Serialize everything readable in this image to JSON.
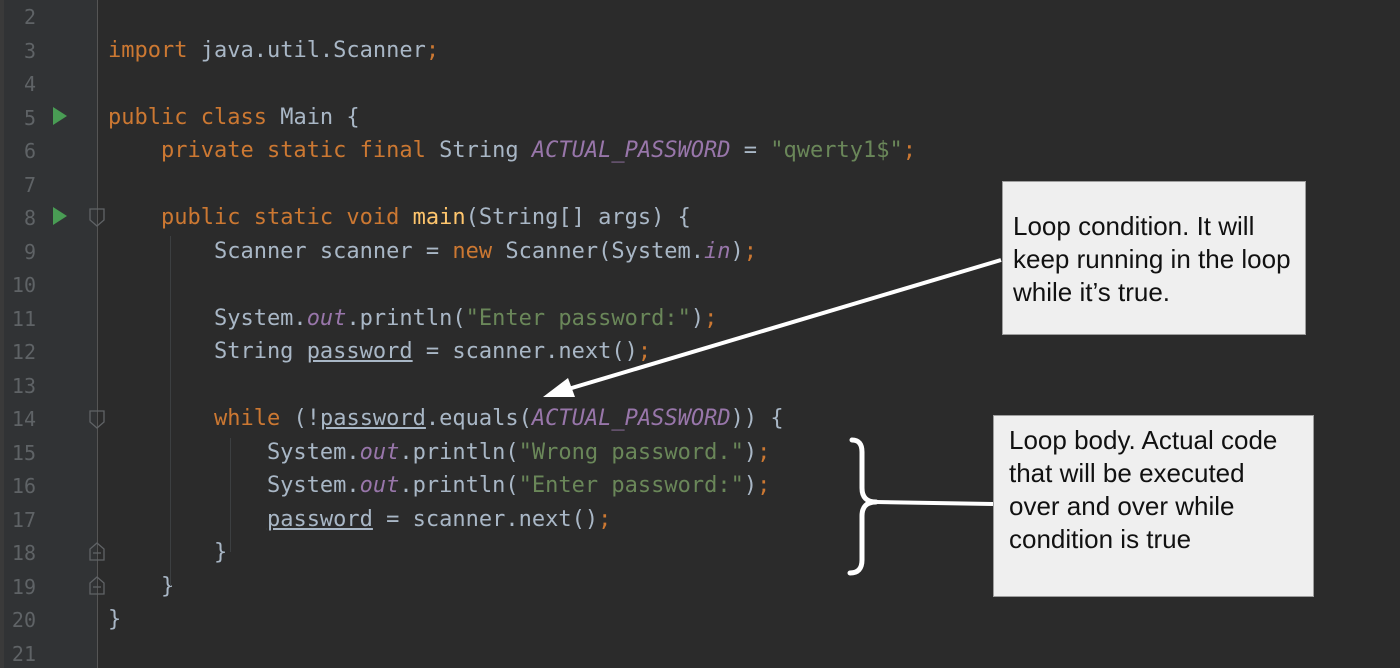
{
  "editor": {
    "language": "java",
    "lines": [
      {
        "n": "2",
        "tokens": []
      },
      {
        "n": "3",
        "tokens": [
          {
            "t": "import",
            "c": "kw"
          },
          {
            "t": " java.util.Scanner"
          },
          {
            "t": ";",
            "c": "semi"
          }
        ]
      },
      {
        "n": "4",
        "tokens": []
      },
      {
        "n": "5",
        "tokens": [
          {
            "t": "public class",
            "c": "kw"
          },
          {
            "t": " Main {"
          }
        ]
      },
      {
        "n": "6",
        "tokens": [
          {
            "t": "    "
          },
          {
            "t": "private static final",
            "c": "kw"
          },
          {
            "t": " String "
          },
          {
            "t": "ACTUAL_PASSWORD",
            "c": "const"
          },
          {
            "t": " = "
          },
          {
            "t": "\"qwerty1$\"",
            "c": "str"
          },
          {
            "t": ";",
            "c": "semi"
          }
        ]
      },
      {
        "n": "7",
        "tokens": []
      },
      {
        "n": "8",
        "tokens": [
          {
            "t": "    "
          },
          {
            "t": "public static void",
            "c": "kw"
          },
          {
            "t": " "
          },
          {
            "t": "main",
            "c": "fn"
          },
          {
            "t": "(String[] args) {"
          }
        ]
      },
      {
        "n": "9",
        "tokens": [
          {
            "t": "        Scanner scanner = "
          },
          {
            "t": "new",
            "c": "kw"
          },
          {
            "t": " Scanner(System."
          },
          {
            "t": "in",
            "c": "const"
          },
          {
            "t": ")"
          },
          {
            "t": ";",
            "c": "semi"
          }
        ]
      },
      {
        "n": "10",
        "tokens": []
      },
      {
        "n": "11",
        "tokens": [
          {
            "t": "        System."
          },
          {
            "t": "out",
            "c": "const"
          },
          {
            "t": ".println("
          },
          {
            "t": "\"Enter password:\"",
            "c": "str"
          },
          {
            "t": ")"
          },
          {
            "t": ";",
            "c": "semi"
          }
        ]
      },
      {
        "n": "12",
        "tokens": [
          {
            "t": "        String "
          },
          {
            "t": "password",
            "c": "ul"
          },
          {
            "t": " = scanner.next()"
          },
          {
            "t": ";",
            "c": "semi"
          }
        ]
      },
      {
        "n": "13",
        "tokens": []
      },
      {
        "n": "14",
        "tokens": [
          {
            "t": "        "
          },
          {
            "t": "while",
            "c": "kw"
          },
          {
            "t": " (!"
          },
          {
            "t": "password",
            "c": "ul"
          },
          {
            "t": ".equals("
          },
          {
            "t": "ACTUAL_PASSWORD",
            "c": "const"
          },
          {
            "t": ")) {"
          }
        ]
      },
      {
        "n": "15",
        "tokens": [
          {
            "t": "            System."
          },
          {
            "t": "out",
            "c": "const"
          },
          {
            "t": ".println("
          },
          {
            "t": "\"Wrong password.\"",
            "c": "str"
          },
          {
            "t": ")"
          },
          {
            "t": ";",
            "c": "semi"
          }
        ]
      },
      {
        "n": "16",
        "tokens": [
          {
            "t": "            System."
          },
          {
            "t": "out",
            "c": "const"
          },
          {
            "t": ".println("
          },
          {
            "t": "\"Enter password:\"",
            "c": "str"
          },
          {
            "t": ")"
          },
          {
            "t": ";",
            "c": "semi"
          }
        ]
      },
      {
        "n": "17",
        "tokens": [
          {
            "t": "            "
          },
          {
            "t": "password",
            "c": "ul"
          },
          {
            "t": " = scanner.next()"
          },
          {
            "t": ";",
            "c": "semi"
          }
        ]
      },
      {
        "n": "18",
        "tokens": [
          {
            "t": "        }"
          }
        ]
      },
      {
        "n": "19",
        "tokens": [
          {
            "t": "    }"
          }
        ]
      },
      {
        "n": "20",
        "tokens": [
          {
            "t": "}"
          }
        ]
      },
      {
        "n": "21",
        "tokens": []
      }
    ]
  },
  "annotations": {
    "loop_condition": "Loop condition. It will keep running in the loop while it’s true.",
    "loop_body": "Loop body. Actual code that will be executed over and over while condition is true"
  },
  "colors": {
    "background": "#2b2b2b",
    "gutter": "#313335",
    "keyword": "#cc7832",
    "string": "#6a8759",
    "constant": "#9876aa",
    "method": "#ffc66d",
    "default_text": "#a9b7c6",
    "run_icon": "#499c54"
  }
}
